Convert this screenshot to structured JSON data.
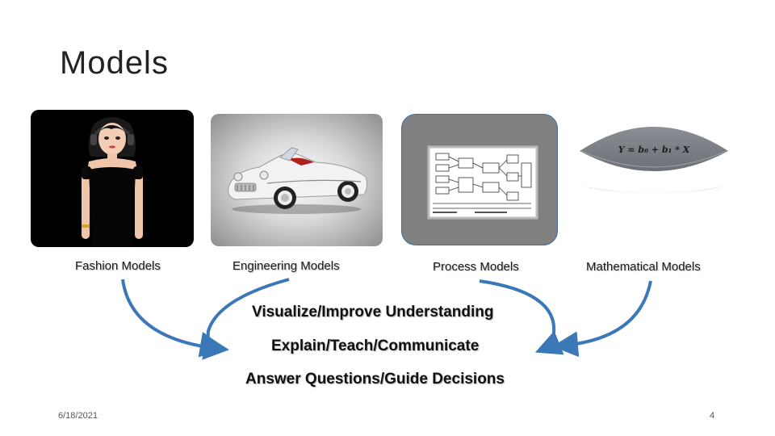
{
  "slide": {
    "title": "Models",
    "captions": [
      "Fashion Models",
      "Engineering Models",
      "Process Models",
      "Mathematical Models"
    ],
    "purposes": [
      "Visualize/Improve Understanding",
      "Explain/Teach/Communicate",
      "Answer Questions/Guide Decisions"
    ],
    "equation": "Y = b₀ + b₁ * X",
    "footer": {
      "date": "6/18/2021",
      "page_number": "4"
    },
    "colors": {
      "arrow": "#3a78b8",
      "tile_border": "#3a6ea5"
    }
  }
}
